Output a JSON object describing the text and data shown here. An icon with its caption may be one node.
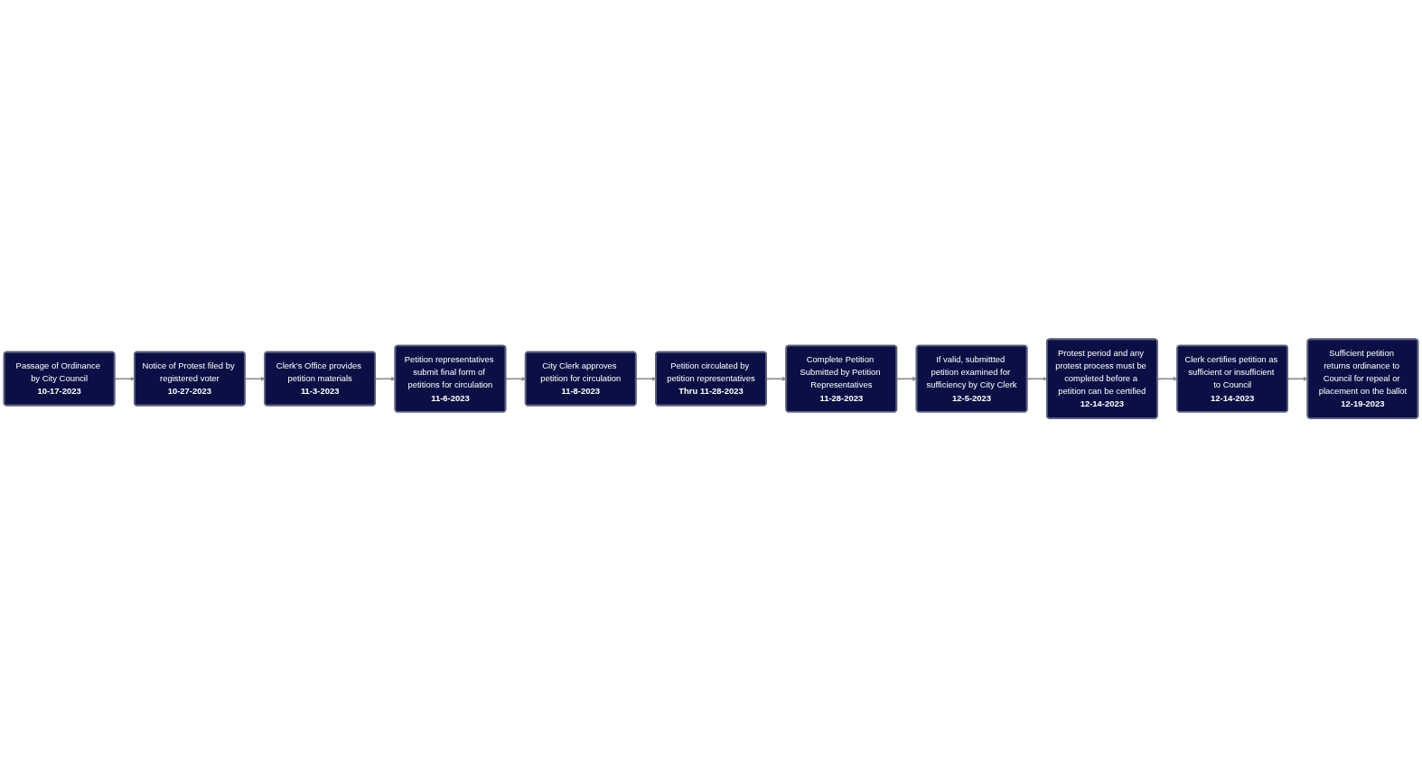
{
  "diagram": {
    "nodes": [
      {
        "text": [
          "Passage of Ordinance by City Council",
          "10-17-2023"
        ]
      },
      {
        "text": [
          "Notice of Protest filed by registered voter",
          "10-27-2023"
        ]
      },
      {
        "text": [
          "Clerk’s Office provides petition materials",
          "11-3-2023"
        ]
      },
      {
        "text": [
          "Petition representatives submit final form of petitions for circulation",
          "11-6-2023"
        ]
      },
      {
        "text": [
          "If valid, submittted petition examined for sufficiency by City Clerk",
          "12-5-2023"
        ]
      },
      {
        "text": [
          "Complete Petition Submitted by Petition Representatives",
          "11-28-2023"
        ]
      },
      {
        "text": [
          "Petition circulated by petition representatives",
          "Thru 11-28-2023"
        ]
      },
      {
        "text": [
          "City Clerk approves petition for circulation",
          "11-8-2023"
        ]
      },
      {
        "text": [
          "Protest period and any protest process must be completed before a petition can be certified",
          "12-14-2023"
        ]
      },
      {
        "text": [
          "Clerk certifies petition as sufficient or insufficient to Council",
          "12-14-2023"
        ]
      },
      {
        "text": [
          "Sufficient petition returns ordinance to Council for repeal or placement on the ballot",
          "12-19-2023"
        ]
      }
    ],
    "edges": [
      {
        "from": 0,
        "to": 1,
        "arrow": "to"
      },
      {
        "from": 1,
        "to": 2,
        "arrow": "to"
      },
      {
        "from": 2,
        "to": 3,
        "arrow": "to"
      },
      {
        "from": 3,
        "to": 7,
        "arrow": "to"
      },
      {
        "from": 7,
        "to": 6,
        "arrow": "to"
      },
      {
        "from": 6,
        "to": 5,
        "arrow": "to"
      },
      {
        "from": 5,
        "to": 4,
        "arrow": "to"
      },
      {
        "from": 4,
        "to": 8,
        "arrow": "to"
      },
      {
        "from": 8,
        "to": 9,
        "arrow": "to"
      },
      {
        "from": 9,
        "to": 10,
        "arrow": "to"
      }
    ]
  }
}
